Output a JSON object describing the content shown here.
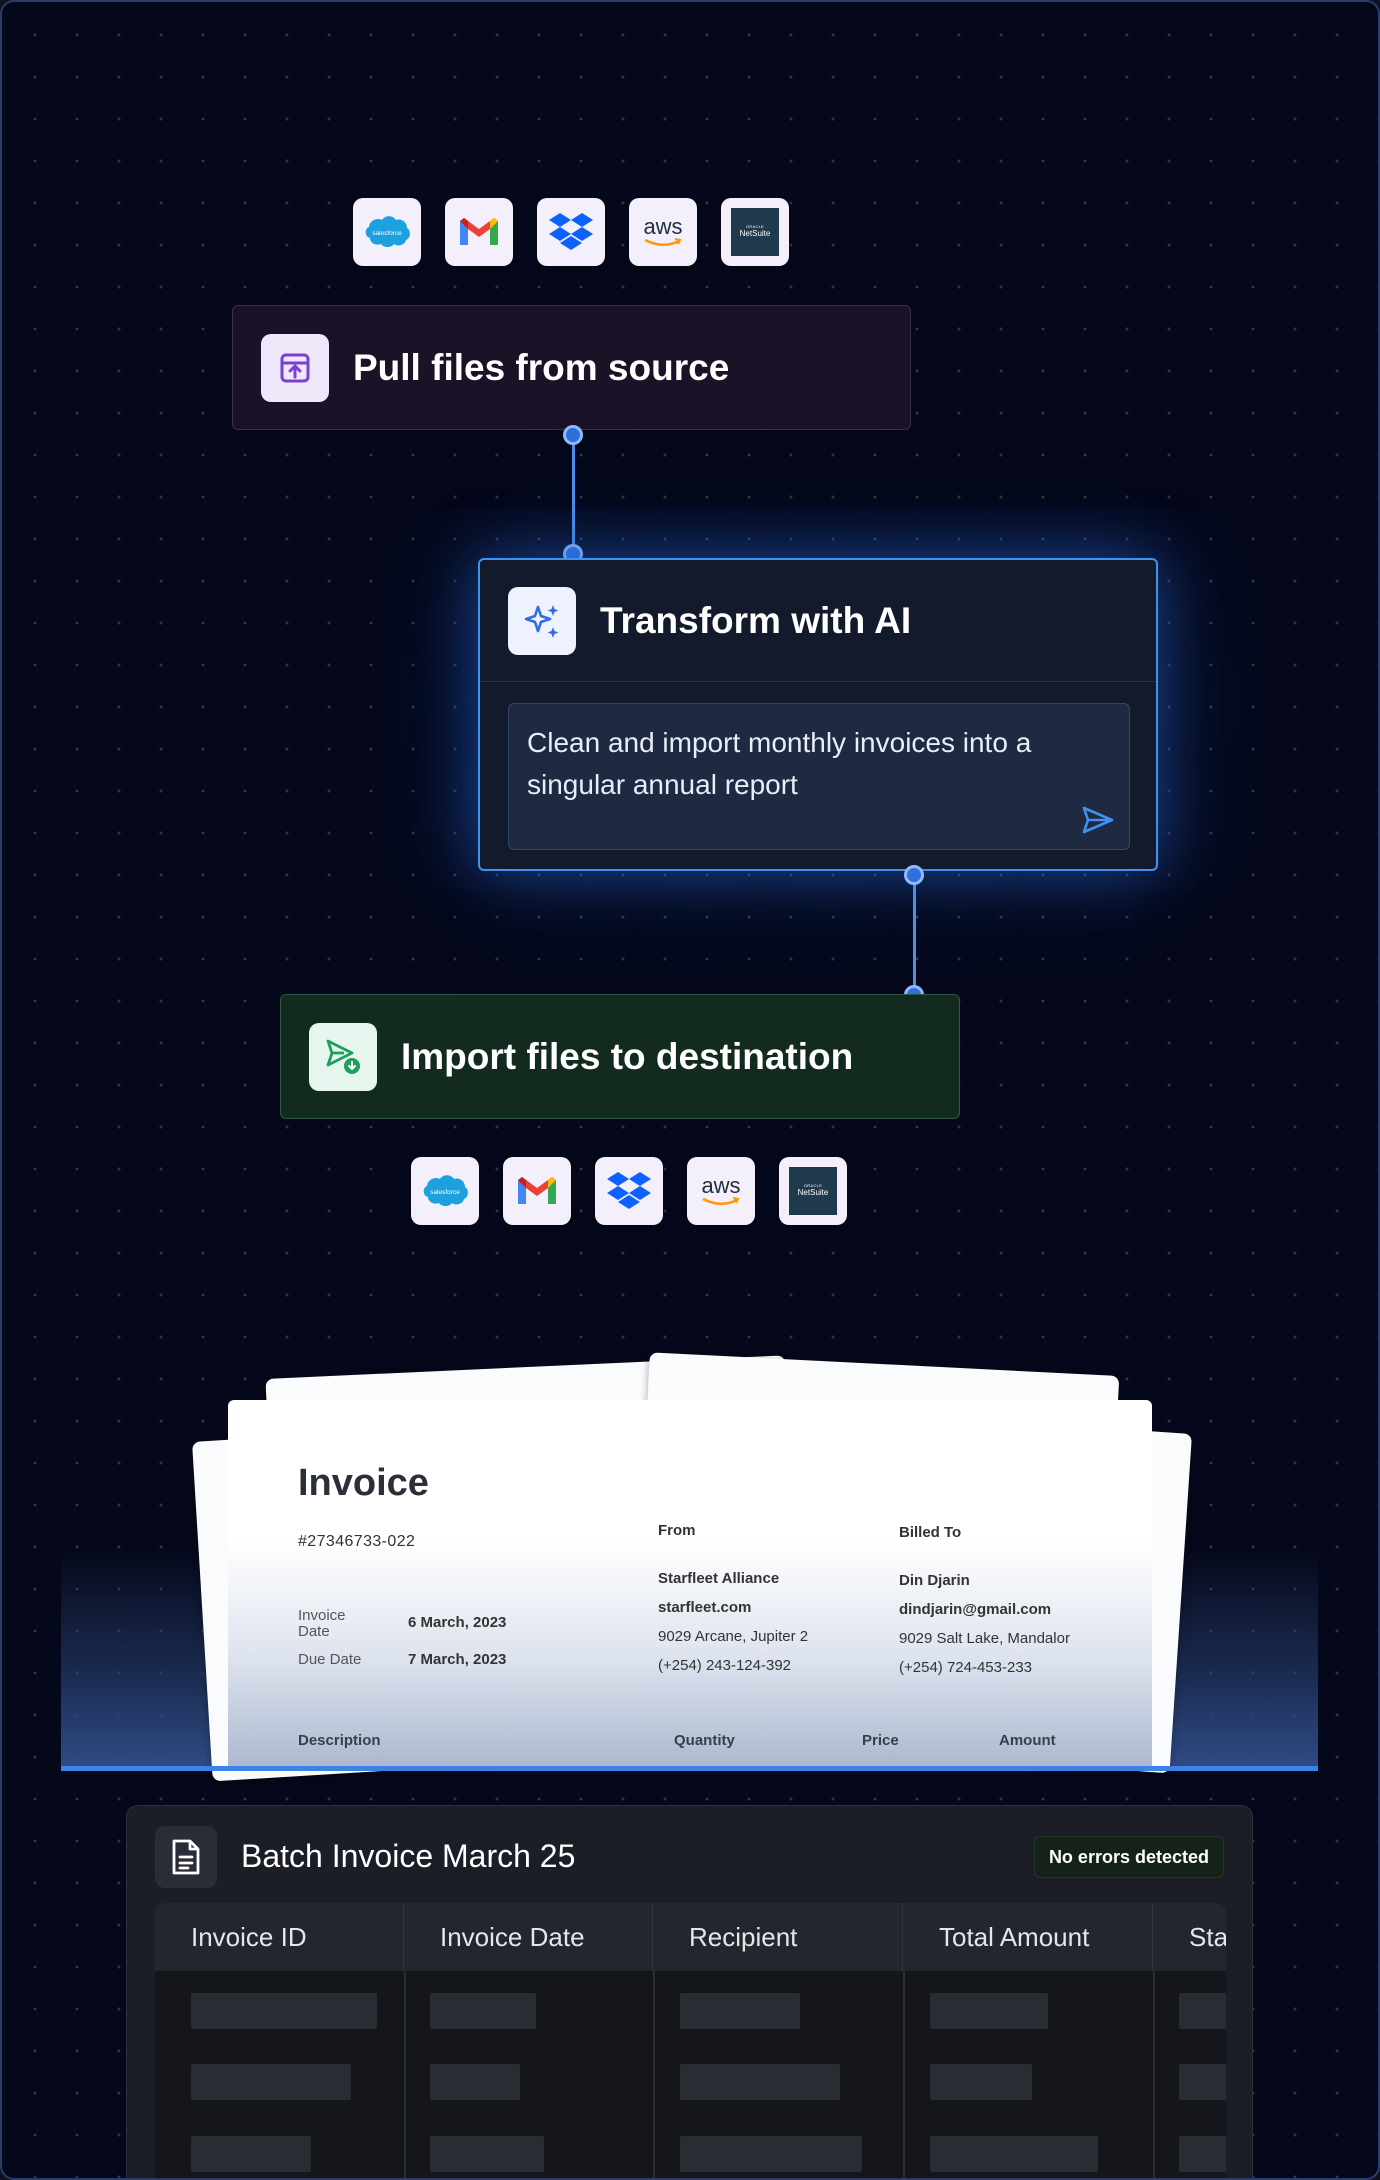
{
  "sources": {
    "icons": [
      "salesforce-icon",
      "gmail-icon",
      "dropbox-icon",
      "aws-icon",
      "netsuite-icon"
    ],
    "salesforce_label": "salesforce",
    "aws_label": "aws",
    "netsuite_small": "ORACLE",
    "netsuite_main": "NetSuite"
  },
  "steps": {
    "pull": {
      "title": "Pull files from source",
      "accent": "#1c1228"
    },
    "transform": {
      "title": "Transform with AI",
      "prompt": "Clean and import monthly invoices into a singular annual report",
      "accent": "#3f92f0"
    },
    "import": {
      "title": "Import files to destination",
      "accent": "#132b1f"
    }
  },
  "invoice": {
    "title": "Invoice",
    "number": "#27346733-022",
    "invoice_date_label": "Invoice Date",
    "invoice_date": "6 March, 2023",
    "due_date_label": "Due Date",
    "due_date": "7 March, 2023",
    "from_label": "From",
    "from_name": "Starfleet Alliance",
    "from_site": "starfleet.com",
    "from_address": "9029 Arcane, Jupiter 2",
    "from_phone": "(+254) 243-124-392",
    "billed_label": "Billed To",
    "billed_name": "Din Djarin",
    "billed_email": "dindjarin@gmail.com",
    "billed_address": "9029 Salt Lake, Mandalor",
    "billed_phone": "(+254) 724-453-233",
    "columns": [
      "Description",
      "Quantity",
      "Price",
      "Amount"
    ]
  },
  "batch": {
    "title": "Batch Invoice March 25",
    "status": "No errors detected",
    "status_color": "#152218",
    "columns": [
      "Invoice ID",
      "Invoice Date",
      "Recipient",
      "Total Amount",
      "Stat"
    ]
  }
}
